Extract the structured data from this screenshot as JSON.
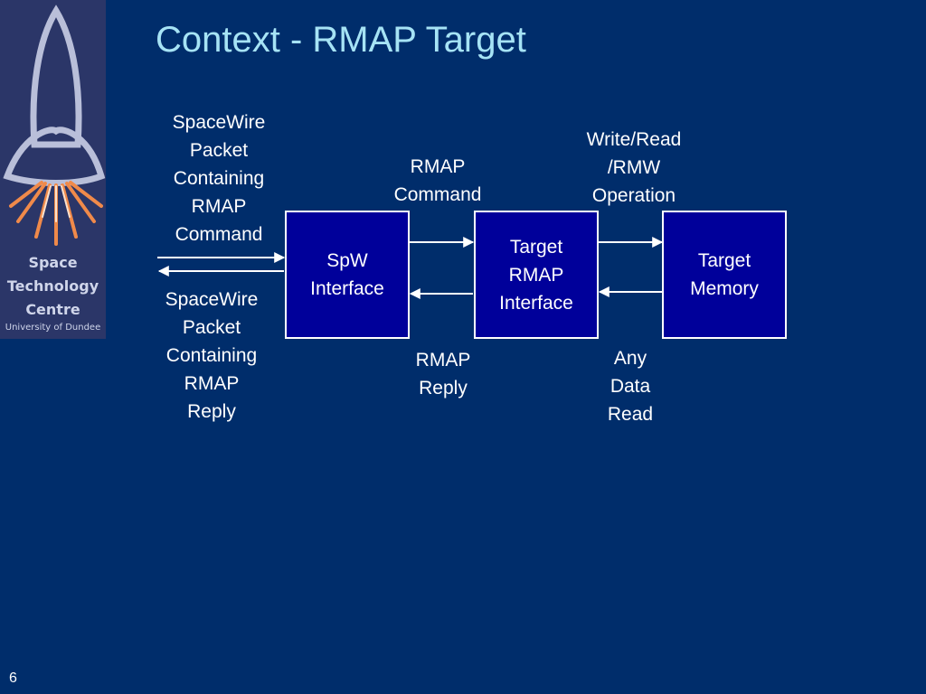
{
  "slide": {
    "title": "Context - RMAP Target",
    "page_number": "6"
  },
  "logo": {
    "line1": "Space",
    "line2": "Technology",
    "line3": "Centre",
    "line4": "University of Dundee"
  },
  "diagram": {
    "boxes": {
      "spw_interface": "SpW\nInterface",
      "target_rmap_interface": "Target\nRMAP\nInterface",
      "target_memory": "Target\nMemory"
    },
    "labels": {
      "packet_in": "SpaceWire\nPacket\nContaining\nRMAP\nCommand",
      "packet_out": "SpaceWire\nPacket\nContaining\nRMAP\nReply",
      "rmap_command": "RMAP\nCommand",
      "rmap_reply": "RMAP\nReply",
      "operation": "Write/Read\n/RMW\nOperation",
      "data_read": "Any\nData\nRead"
    }
  },
  "colors": {
    "background": "#002d6b",
    "title": "#a6e3f5",
    "box_fill": "#00009a",
    "box_border": "#ffffff",
    "logo_panel": "#2b3668"
  }
}
